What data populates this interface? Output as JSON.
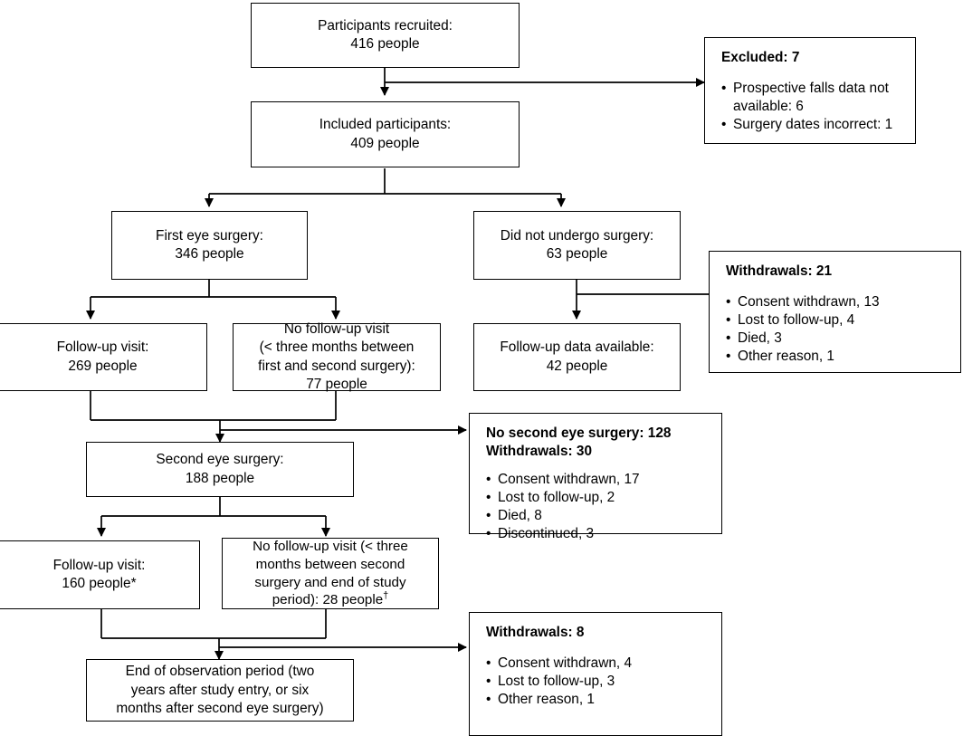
{
  "diagram": {
    "title": "Participant flow diagram",
    "line_color": "#000000",
    "box_border_color": "#000000",
    "background": "#ffffff"
  },
  "nodes": {
    "recruited": {
      "line1": "Participants recruited:",
      "line2": "416 people"
    },
    "included": {
      "line1": "Included participants:",
      "line2": "409 people"
    },
    "first_eye_surgery": {
      "line1": "First eye surgery:",
      "line2": "346 people"
    },
    "no_surgery": {
      "line1": "Did not undergo surgery:",
      "line2": "63 people"
    },
    "followup_269": {
      "line1": "Follow-up visit:",
      "line2": "269 people"
    },
    "no_followup_77": {
      "line1": "No follow-up visit",
      "line2": "(< three months between",
      "line3": "first and second surgery):",
      "line4": "77 people"
    },
    "followup_data_42": {
      "line1": "Follow-up data available:",
      "line2": "42 people"
    },
    "second_eye_surgery": {
      "line1": "Second eye surgery:",
      "line2": "188 people"
    },
    "followup_160": {
      "line1": "Follow-up visit:",
      "line2": "160 people*"
    },
    "no_followup_28": {
      "line1": "No follow-up visit (< three",
      "line2": "months between second",
      "line3": "surgery and end of study",
      "line4": "period): 28 people",
      "line4_marker": "†"
    },
    "end_observation": {
      "line1": "End of observation period (two",
      "line2": "years after study entry, or six",
      "line3": "months after second eye surgery)"
    }
  },
  "sideboxes": {
    "excluded": {
      "header": "Excluded: 7",
      "bullets": [
        "Prospective falls data not available: 6",
        "Surgery dates incorrect: 1"
      ]
    },
    "withdrawals_21": {
      "header": "Withdrawals: 21",
      "bullets": [
        "Consent withdrawn, 13",
        "Lost to follow-up, 4",
        "Died, 3",
        "Other reason, 1"
      ]
    },
    "no_second_surgery": {
      "header": "No second eye surgery: 128",
      "header2": "Withdrawals: 30",
      "bullets": [
        "Consent withdrawn, 17",
        "Lost to follow-up, 2",
        "Died, 8",
        "Discontinued, 3"
      ]
    },
    "withdrawals_8": {
      "header": "Withdrawals: 8",
      "bullets": [
        "Consent withdrawn, 4",
        "Lost to follow-up, 3",
        "Other reason, 1"
      ]
    }
  }
}
